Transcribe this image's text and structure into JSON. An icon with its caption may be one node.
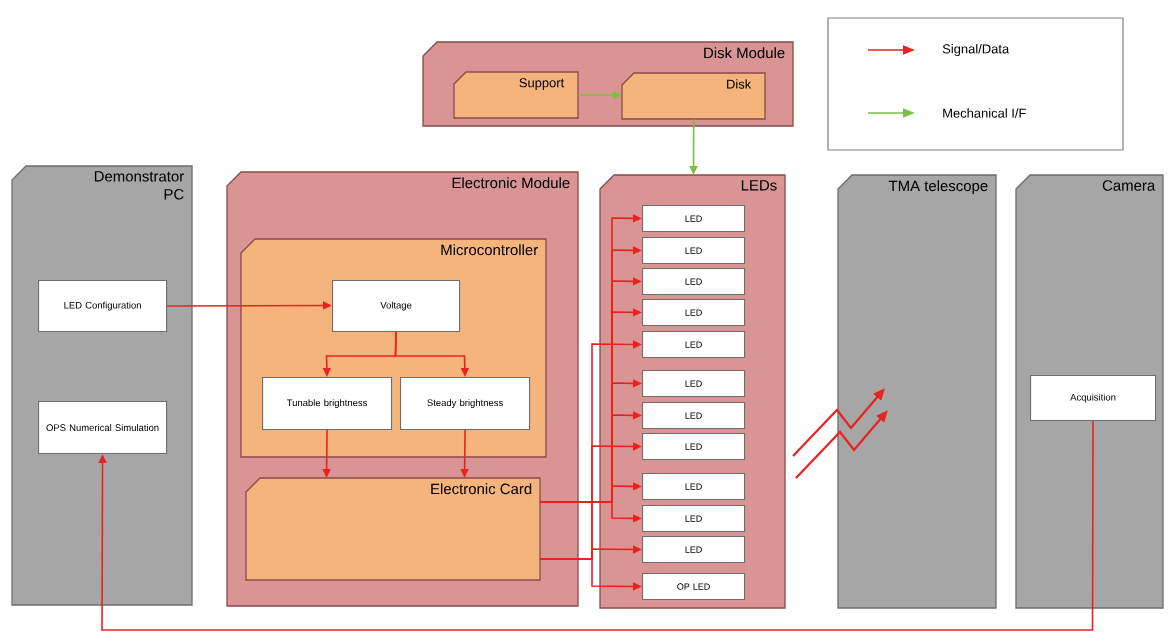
{
  "diagram": {
    "nodes": [
      {
        "text": [
          "Demonstrator PC"
        ]
      },
      {
        "text": [
          "LED Configuration"
        ],
        "in": 0
      },
      {
        "text": [
          "OPS Numerical Simulation"
        ],
        "in": 0
      },
      {
        "text": [
          "Electronic Module"
        ]
      },
      {
        "text": [
          "Microcontroller"
        ],
        "in": 3
      },
      {
        "text": [
          "Voltage"
        ],
        "in": 4
      },
      {
        "text": [
          "Tunable brightness"
        ],
        "in": 4
      },
      {
        "text": [
          "Steady brightness"
        ],
        "in": 4
      },
      {
        "text": [
          "Electronic Card"
        ],
        "in": 3
      },
      {
        "text": [
          "Disk Module"
        ]
      },
      {
        "text": [
          "Support"
        ],
        "in": 9
      },
      {
        "text": [
          "Disk"
        ],
        "in": 9
      },
      {
        "text": [
          "LEDs"
        ]
      },
      {
        "text": [
          "LED"
        ],
        "in": 12
      },
      {
        "text": [
          "LED"
        ],
        "in": 12
      },
      {
        "text": [
          "LED"
        ],
        "in": 12
      },
      {
        "text": [
          "LED"
        ],
        "in": 12
      },
      {
        "text": [
          "LED"
        ],
        "in": 12
      },
      {
        "text": [
          "LED"
        ],
        "in": 12
      },
      {
        "text": [
          "LED"
        ],
        "in": 12
      },
      {
        "text": [
          "LED"
        ],
        "in": 12
      },
      {
        "text": [
          "LED"
        ],
        "in": 12
      },
      {
        "text": [
          "LED"
        ],
        "in": 12
      },
      {
        "text": [
          "LED"
        ],
        "in": 12
      },
      {
        "text": [
          "OP LED"
        ],
        "in": 12
      },
      {
        "text": [
          "TMA telescope"
        ]
      },
      {
        "text": [
          "Camera"
        ]
      },
      {
        "text": [
          "Acquisition"
        ],
        "in": 26
      }
    ],
    "edges": [
      {
        "from": 1,
        "to": 5,
        "arrow": "to"
      },
      {
        "from": 5,
        "to": 6,
        "arrow": "to"
      },
      {
        "from": 5,
        "to": 7,
        "arrow": "to"
      },
      {
        "from": 6,
        "to": 8,
        "arrow": "to"
      },
      {
        "from": 7,
        "to": 8,
        "arrow": "to"
      },
      {
        "from": 10,
        "to": 11,
        "arrow": "to",
        "color": "#7ac143"
      },
      {
        "from": 11,
        "to": 12,
        "arrow": "to",
        "color": "#7ac143"
      },
      {
        "from": 8,
        "to": 13,
        "arrow": "to"
      },
      {
        "from": 8,
        "to": 14,
        "arrow": "to"
      },
      {
        "from": 8,
        "to": 15,
        "arrow": "to"
      },
      {
        "from": 8,
        "to": 16,
        "arrow": "to"
      },
      {
        "from": 8,
        "to": 17,
        "arrow": "to"
      },
      {
        "from": 8,
        "to": 18,
        "arrow": "to"
      },
      {
        "from": 8,
        "to": 19,
        "arrow": "to"
      },
      {
        "from": 8,
        "to": 20,
        "arrow": "to"
      },
      {
        "from": 8,
        "to": 21,
        "arrow": "to"
      },
      {
        "from": 8,
        "to": 22,
        "arrow": "to"
      },
      {
        "from": 8,
        "to": 23,
        "arrow": "to"
      },
      {
        "from": 8,
        "to": 24,
        "arrow": "to"
      },
      {
        "from": 27,
        "to": 2,
        "arrow": "to"
      }
    ],
    "legend": [
      {
        "text": "Signal/Data"
      },
      {
        "text": "Mechanical I/F"
      }
    ]
  }
}
